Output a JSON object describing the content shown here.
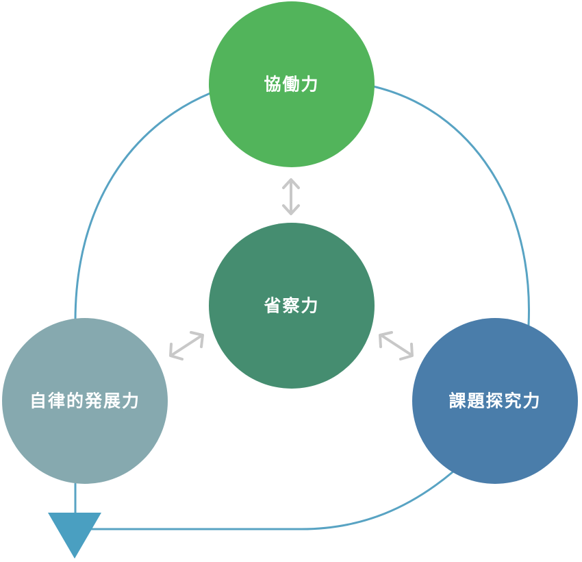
{
  "diagram": {
    "nodes": {
      "top": {
        "label": "協働力",
        "color": "#52b45b"
      },
      "center": {
        "label": "省察力",
        "color": "#458d70"
      },
      "left": {
        "label": "自律的発展力",
        "color": "#86a9af"
      },
      "right": {
        "label": "課題探究力",
        "color": "#4a7daa"
      }
    },
    "cycle_line_color": "#58a3c3",
    "arrow_head_color": "#4a9fc1",
    "double_arrow_color": "#c8c8c8"
  }
}
